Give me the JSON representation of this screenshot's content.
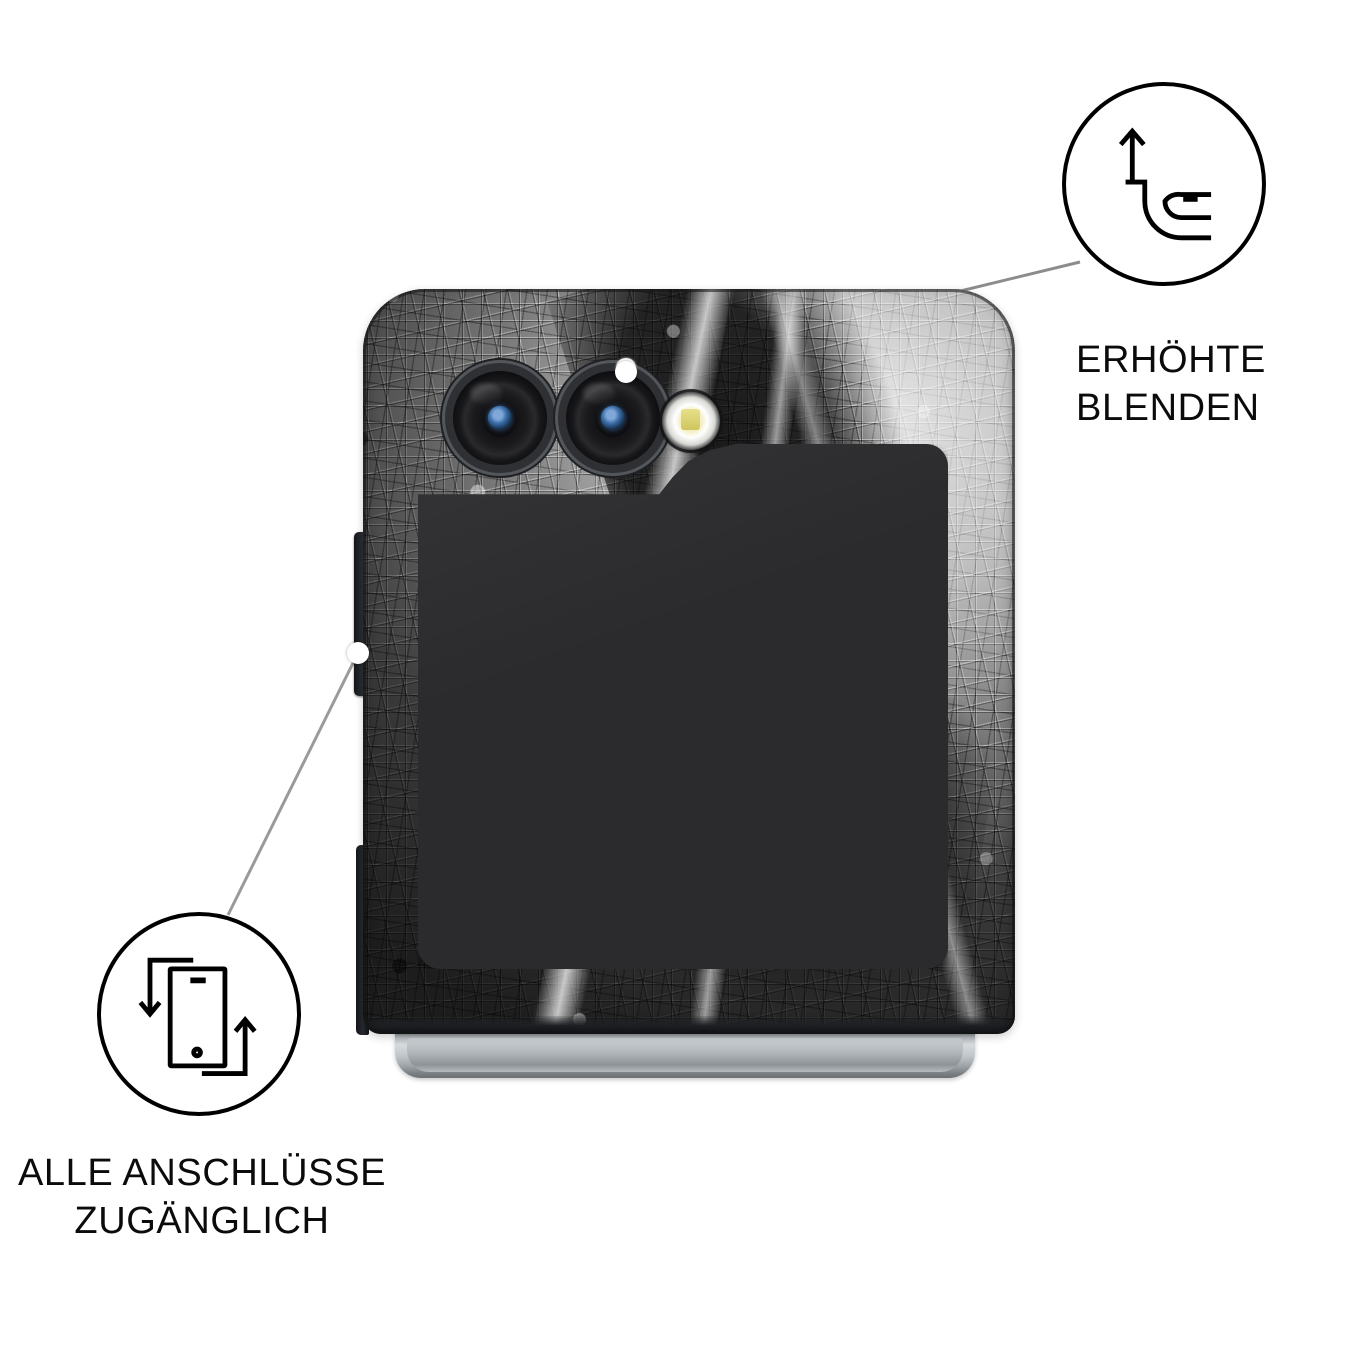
{
  "product": {
    "device_name": "foldable-flip-phone-case",
    "case_pattern": "black-and-white-disco-ball",
    "colors": {
      "case_accent": "#2b2b2d",
      "hinge_metal": "#b9bec2",
      "label_text": "#0b0b0b",
      "leader_line": "#8c8c8c",
      "flash_led": "#e7e08a",
      "lens_glass": "#3c6ea8"
    }
  },
  "callouts": [
    {
      "id": "raised-bezels",
      "icon_name": "raised-camera-bezel-icon",
      "label_line1": "ERHÖHTE",
      "label_line2": "BLENDEN",
      "label": "ERHÖHTE\nBLENDEN",
      "position": "top-right",
      "target": "camera-module"
    },
    {
      "id": "port-access",
      "icon_name": "phone-rotate-access-icon",
      "label_line1": "ALLE ANSCHLÜSSE",
      "label_line2": "ZUGÄNGLICH",
      "label": "ALLE ANSCHLÜSSE\nZUGÄNGLICH",
      "position": "bottom-left",
      "target": "side-button-cutout"
    }
  ],
  "phone": {
    "cameras": [
      {
        "name": "wide-camera-lens"
      },
      {
        "name": "ultrawide-camera-lens"
      }
    ],
    "flash": {
      "name": "led-flash"
    },
    "sensor": {
      "name": "proximity-sensor-dot"
    },
    "cover_display": {
      "name": "cover-screen"
    },
    "buttons": [
      {
        "name": "power-button"
      },
      {
        "name": "volume-button"
      }
    ],
    "hinge": {
      "name": "hinge-bar"
    }
  }
}
